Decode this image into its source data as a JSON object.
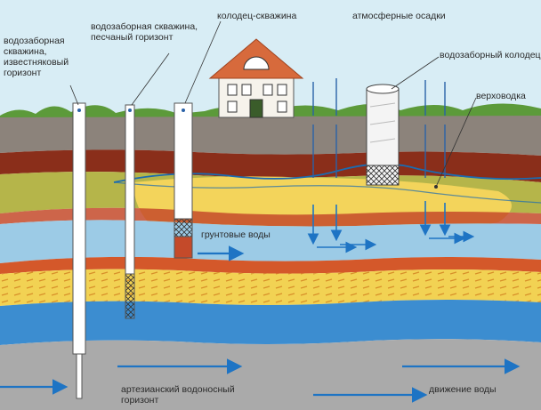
{
  "labels": {
    "limestone_well": "водозаборная\nскважина,\nизвестняковый\nгоризонт",
    "sand_well": "водозаборная скважина,\nпесчаный горизонт",
    "well_borehole": "колодец-скважина",
    "precipitation": "атмосферные осадки",
    "intake_well": "водозаборный колодец",
    "perched_water": "верховодка",
    "groundwater": "грунтовые воды",
    "artesian": "артезианский водоносный\nгоризонт",
    "water_movement": "движение воды"
  },
  "colors": {
    "sky": "#d6ecf4",
    "topsoil": "#8a8078",
    "brown_clay": "#8a2e1a",
    "olive_sand": "#b4b448",
    "yellow_sand": "#f4d55a",
    "aquifer_blue": "#3d8fd0",
    "bedrock_gray": "#a9a9a9",
    "arrow_blue": "#1e74c4"
  }
}
